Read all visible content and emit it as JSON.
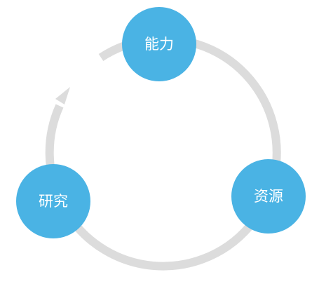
{
  "diagram": {
    "nodes": [
      {
        "id": "top",
        "label": "能力"
      },
      {
        "id": "right",
        "label": "资源"
      },
      {
        "id": "left",
        "label": "研究"
      }
    ]
  },
  "colors": {
    "node_fill": "#4ab3e4",
    "node_text": "#ffffff",
    "cycle_stroke": "#dcdcdc"
  }
}
